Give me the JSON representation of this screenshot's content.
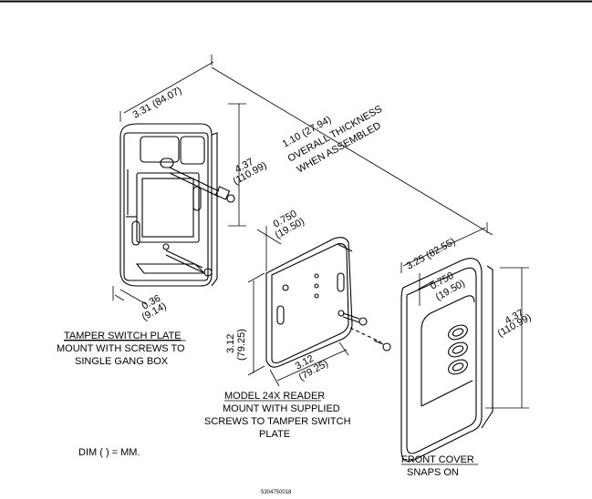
{
  "dimensions": {
    "plate_width": "3.31 (84.07)",
    "plate_height_in": "4.37",
    "plate_height_mm": "(110.99)",
    "overall_thickness": "1.10 (27.94)",
    "overall_thickness_line2": "OVERALL THICKNESS",
    "overall_thickness_line3": "WHEN ASSEMBLED",
    "plate_depth_in": "0.36",
    "plate_depth_mm": "(9.14)",
    "reader_depth_in": "0.750",
    "reader_depth_mm": "(19.50)",
    "reader_height_in": "3.12",
    "reader_height_mm": "(79.25)",
    "reader_width_in": "3.12",
    "reader_width_mm": "(79.25)",
    "cover_width": "3.25 (82.55)",
    "cover_depth_in": "0.750",
    "cover_depth_mm": "(19.50)",
    "cover_height_in": "4.37",
    "cover_height_mm": "(110.99)"
  },
  "captions": {
    "tamper_title": "TAMPER SWITCH PLATE",
    "tamper_line2": "MOUNT WITH SCREWS TO",
    "tamper_line3": "SINGLE GANG BOX",
    "reader_title": "MODEL 24X READER",
    "reader_line2": "MOUNT WITH SUPPLIED",
    "reader_line3": "SCREWS TO TAMPER SWITCH",
    "reader_line4": "PLATE",
    "cover_title": "FRONT COVER",
    "cover_line2": "SNAPS ON"
  },
  "units_note": "DIM (  ) = MM.",
  "figure_number": "5304750018"
}
